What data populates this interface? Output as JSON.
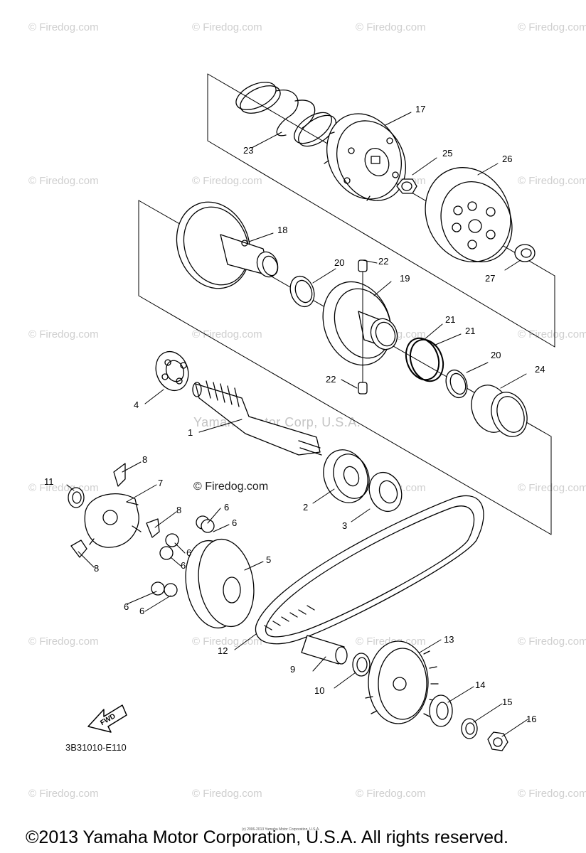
{
  "watermarks": {
    "text": "© Firedog.com",
    "center_text": "© Firedog.com",
    "yamaha_text": "Yamaha Motor Corp, U.S.A."
  },
  "diagram": {
    "part_code": "3B31010-E110",
    "fwd_label": "FWD",
    "callouts": {
      "c1": "1",
      "c2": "2",
      "c3": "3",
      "c4": "4",
      "c5": "5",
      "c6a": "6",
      "c6b": "6",
      "c6c": "6",
      "c6d": "6",
      "c6e": "6",
      "c6f": "6",
      "c7": "7",
      "c8a": "8",
      "c8b": "8",
      "c8c": "8",
      "c9": "9",
      "c10": "10",
      "c11": "11",
      "c12": "12",
      "c13": "13",
      "c14": "14",
      "c15": "15",
      "c16": "16",
      "c17": "17",
      "c18": "18",
      "c19": "19",
      "c20a": "20",
      "c20b": "20",
      "c21a": "21",
      "c21b": "21",
      "c22a": "22",
      "c22b": "22",
      "c23": "23",
      "c24": "24",
      "c25": "25",
      "c26": "26",
      "c27": "27"
    }
  },
  "footer": {
    "copyright": "©2013 Yamaha Motor Corporation, U.S.A. All rights reserved.",
    "fine_print": "(c) 2006-2013 Yamaha Motor Corporation, U.S.A."
  }
}
